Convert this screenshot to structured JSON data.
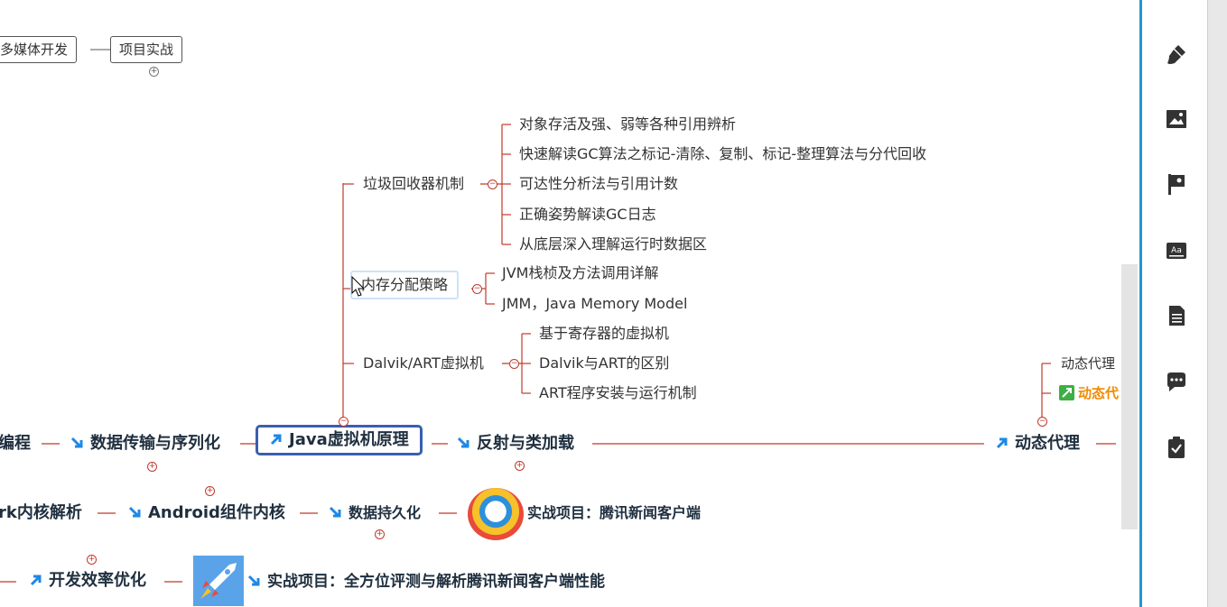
{
  "mindmap": {
    "top_row": {
      "multimedia": "多媒体开发",
      "project": "项目实战"
    },
    "gc": {
      "label": "垃圾回收器机制",
      "children": [
        "对象存活及强、弱等各种引用辨析",
        "快速解读GC算法之标记-清除、复制、标记-整理算法与分代回收",
        "可达性分析法与引用计数",
        "正确姿势解读GC日志",
        "从底层深入理解运行时数据区"
      ]
    },
    "memory": {
      "label": "内存分配策略",
      "children": [
        "JVM栈桢及方法调用详解",
        "JMM，Java Memory Model"
      ]
    },
    "dalvik": {
      "label": "Dalvik/ART虚拟机",
      "children": [
        "基于寄存器的虚拟机",
        "Dalvik与ART的区别",
        "ART程序安装与运行机制"
      ]
    },
    "dynamic_children": [
      "动态代理",
      "动态代"
    ],
    "row1": {
      "prog": "编程",
      "serialize": "数据传输与序列化",
      "jvm": "Java虚拟机原理",
      "reflect": "反射与类加载",
      "proxy": "动态代理"
    },
    "row2": {
      "kernel": "rk内核解析",
      "android": "Android组件内核",
      "persist": "数据持久化",
      "news_project": "实战项目：腾讯新闻客户端"
    },
    "row3": {
      "efficiency": "开发效率优化",
      "perf_project": "实战项目：全方位评测与解析腾讯新闻客户端性能"
    }
  },
  "sidebar": {
    "icons": [
      "format-brush-icon",
      "image-icon",
      "flag-marker-icon",
      "text-style-icon",
      "note-icon",
      "comment-icon",
      "task-icon"
    ]
  },
  "colors": {
    "line": "#c0392b",
    "accent": "#2196d6",
    "central_border": "#3a5fb0"
  }
}
